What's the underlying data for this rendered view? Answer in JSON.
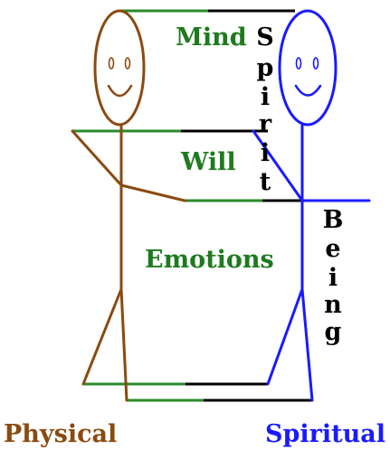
{
  "labels": {
    "mind": "Mind",
    "will": "Will",
    "emotions": "Emotions",
    "physical": "Physical",
    "spiritual": "Spiritual",
    "spirit_letters": [
      "S",
      "p",
      "i",
      "r",
      "i",
      "t"
    ],
    "being_letters": [
      "B",
      "e",
      "i",
      "n",
      "g"
    ]
  },
  "colors": {
    "physical": "#8b4a10",
    "spiritual": "#1a1aff",
    "section_label": "#1e7a1e",
    "green_line": "#2a8a2a",
    "black_text": "#000000"
  },
  "figures": {
    "physical_person": "stick-figure-left",
    "spiritual_person": "stick-figure-right"
  }
}
